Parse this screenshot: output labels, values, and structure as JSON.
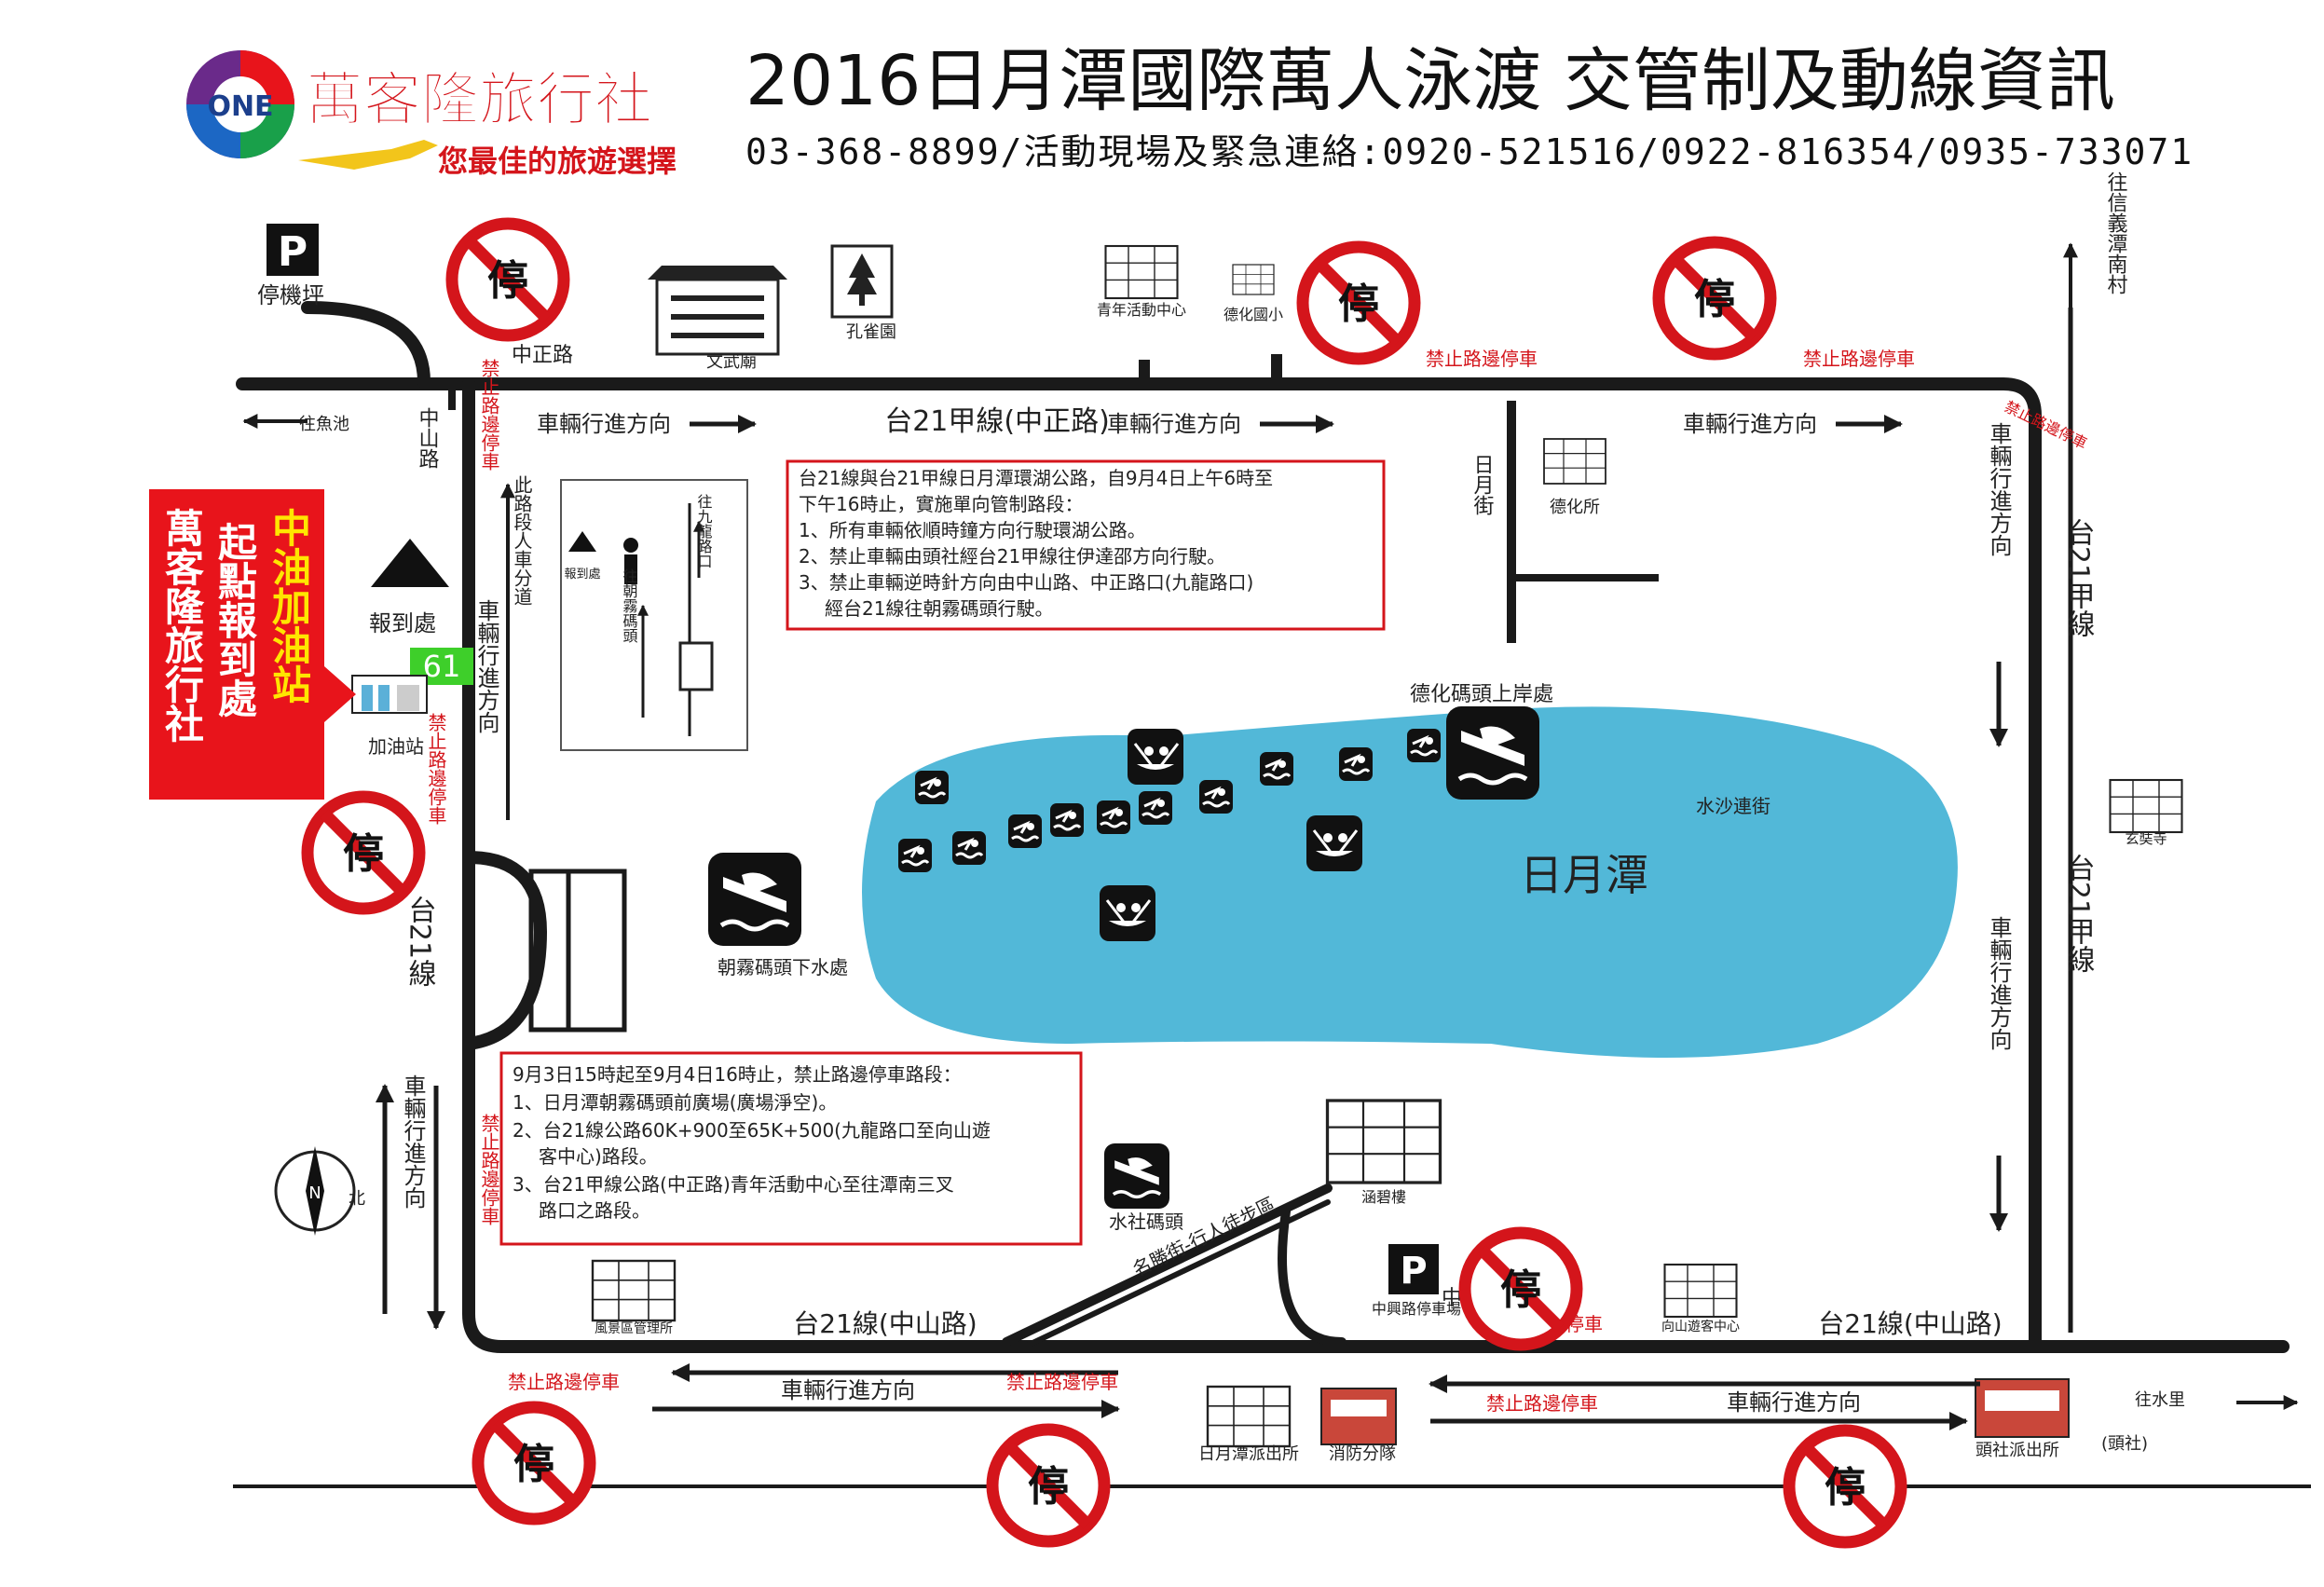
{
  "header": {
    "brand_name": "萬客隆旅行社",
    "brand_slogan": "您最佳的旅遊選擇",
    "logo_text": "ONE",
    "title": "2016日月潭國際萬人泳渡 交管制及動線資訊",
    "contact": "03-368-8899/活動現場及緊急連絡:0920-521516/0922-816354/0935-733071"
  },
  "sign": {
    "no_parking_char": "停",
    "parking_char": "P"
  },
  "colors": {
    "lake": "#52b8d8",
    "no_parking_red": "#d4151b",
    "highlight_yellow": "#ffe600",
    "callout_red": "#e8141b",
    "road": "#1a1a1a"
  },
  "places": {
    "parking_lot": "停機坪",
    "wenwu_temple": "文武廟",
    "kongque_garden": "孔雀園",
    "youth_center": "青年活動中心",
    "dehua_school": "德化國小",
    "dehua_office": "德化所",
    "registration": "報到處",
    "registration_small": "報到處",
    "gas_station": "加油站",
    "gas_number": "61",
    "dehua_pier": "德化碼頭上岸處",
    "lake_name": "日月潭",
    "chaowu_pier": "朝霧碼頭下水處",
    "shuishe_pier": "水社碼頭",
    "hanbi_building": "涵碧樓",
    "scenic_admin": "風景區管理所",
    "xiangshan_center": "向山遊客中心",
    "zhongxing_parking": "中興路停車場",
    "police_station": "日月潭派出所",
    "fire_brigade": "消防分隊",
    "toushe_police": "頭社派出所",
    "toushe_note": "(頭社)",
    "xuanzang_temple": "玄奘寺"
  },
  "roads": {
    "zhongzheng": "中正路",
    "tai21a_top": "台21甲線(中正路)",
    "to_yuchi": "往魚池",
    "zhongshan_rd": "中山路",
    "xinyi_south": "往信義潭南村",
    "riyue_st": "日月街",
    "shuisha_st": "水沙連街",
    "tai21_left": "台21線",
    "tai21a_right1": "台21甲線",
    "tai21a_right2": "台21甲線",
    "tai21_bottom_left": "台21線(中山路)",
    "tai21_bottom_right": "台21線(中山路)",
    "mingsheng": "名勝街-行人徒步區",
    "zhongxing_rd": "中興路",
    "to_shuili": "往水里",
    "ped_lane": "此路段人車分道",
    "to_jiulong": "往九龍路口",
    "to_chaowu": "往朝霧碼頭"
  },
  "directions": {
    "top_left": "車輛行進方向",
    "top_mid": "車輛行進方向",
    "top_right": "車輛行進方向",
    "right_upper": "車輛行進方向",
    "right_lower": "車輛行進方向",
    "left_upper": "車輛行進方向",
    "left_lower": "車輛行進方向",
    "bottom_left": "車輛行進方向",
    "bottom_right": "車輛行進方向"
  },
  "no_parking_labels": {
    "top1": "禁止路邊停車",
    "top2": "禁止路邊停車",
    "corner": "禁止路邊停車",
    "left_upper": "禁止路邊停車",
    "left_mid": "禁止路邊停車",
    "left_lower": "禁止路邊停車",
    "bottom1": "禁止路邊停車",
    "bottom2": "禁止路邊停車",
    "bottom3": "禁止路邊停車",
    "zhongxing": "禁止路邊停車"
  },
  "callout": {
    "col1": "萬客隆旅行社",
    "col2": "起點報到處",
    "col3": "中油加油站"
  },
  "notice1": {
    "intro1": "台21線與台21甲線日月潭環湖公路，自9月4日上午6時至",
    "intro2": "下午16時止，實施單向管制路段：",
    "item1": "1、所有車輛依順時鐘方向行駛環湖公路。",
    "item2": "2、禁止車輛由頭社經台21甲線往伊達邵方向行駛。",
    "item3a": "3、禁止車輛逆時針方向由中山路、中正路口(九龍路口)",
    "item3b": "經台21線往朝霧碼頭行駛。"
  },
  "notice2": {
    "intro": "9月3日15時起至9月4日16時止，禁止路邊停車路段：",
    "item1": "1、日月潭朝霧碼頭前廣場(廣場淨空)。",
    "item2a": "2、台21線公路60K+900至65K+500(九龍路口至向山遊",
    "item2b": "客中心)路段。",
    "item3a": "3、台21甲線公路(中正路)青年活動中心至往潭南三叉",
    "item3b": "路口之路段。"
  },
  "compass": {
    "n": "N",
    "north": "北"
  }
}
